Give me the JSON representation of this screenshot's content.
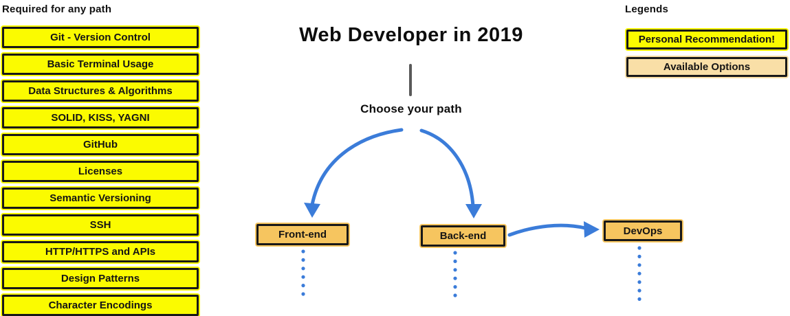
{
  "header": {
    "title": "Web Developer in 2019",
    "choose_path_label": "Choose your path"
  },
  "required_path": {
    "heading": "Required for any path",
    "items": [
      "Git - Version Control",
      "Basic Terminal Usage",
      "Data Structures & Algorithms",
      "SOLID, KISS, YAGNI",
      "GitHub",
      "Licenses",
      "Semantic Versioning",
      "SSH",
      "HTTP/HTTPS and APIs",
      "Design Patterns",
      "Character Encodings"
    ]
  },
  "paths": [
    {
      "label": "Front-end"
    },
    {
      "label": "Back-end"
    },
    {
      "label": "DevOps"
    }
  ],
  "legends": {
    "heading": "Legends",
    "items": [
      {
        "label": "Personal Recommendation!",
        "type": "recommendation"
      },
      {
        "label": "Available Options",
        "type": "option"
      }
    ]
  },
  "colors": {
    "recommendation_yellow": "#FBFB00",
    "available_option_tan": "#F9DFA7",
    "path_box_amber": "#F6C55F",
    "arrow_blue": "#3B7CD9",
    "border_black": "#181818",
    "divider_gray": "#5A5A5A"
  }
}
